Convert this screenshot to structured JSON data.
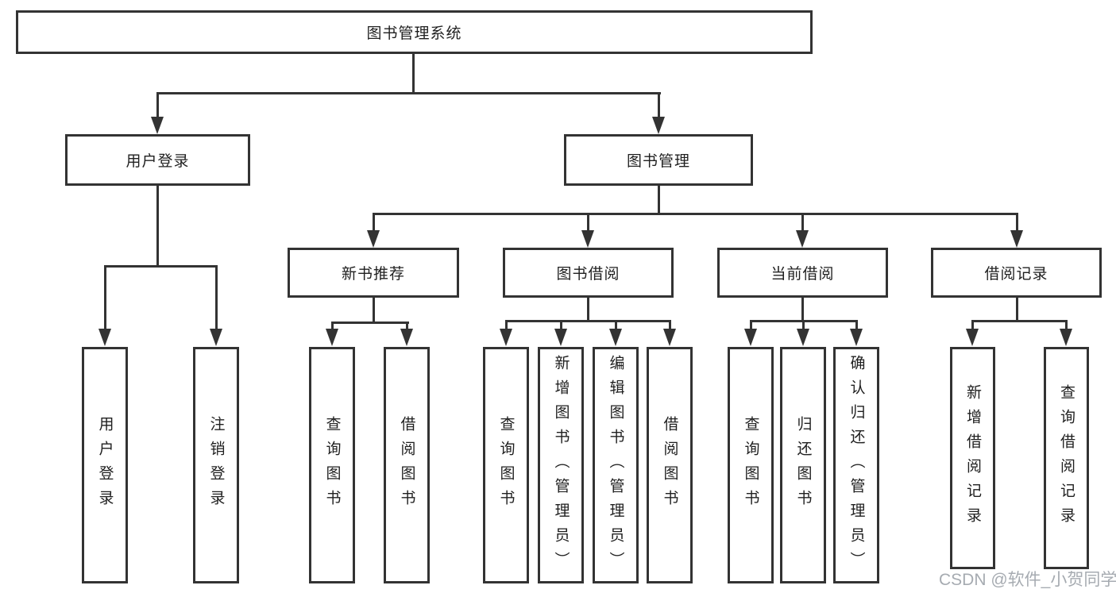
{
  "nodes": {
    "root": "图书管理系统",
    "level2": {
      "user_login": "用户登录",
      "book_management": "图书管理"
    },
    "level3": [
      "新书推荐",
      "图书借阅",
      "当前借阅",
      "借阅记录"
    ],
    "leaves": [
      "用户登录",
      "注销登录",
      "查询图书",
      "借阅图书",
      "查询图书",
      "新增图书（管理员）",
      "编辑图书（管理员）",
      "借阅图书",
      "查询图书",
      "归还图书",
      "确认归还（管理员）",
      "新增借阅记录",
      "查询借阅记录"
    ]
  },
  "watermark": "CSDN @软件_小贺同学",
  "colors": {
    "line": "#333333",
    "text": "#1f1f1f",
    "watermark": "#a6abb1",
    "background": "#ffffff"
  }
}
